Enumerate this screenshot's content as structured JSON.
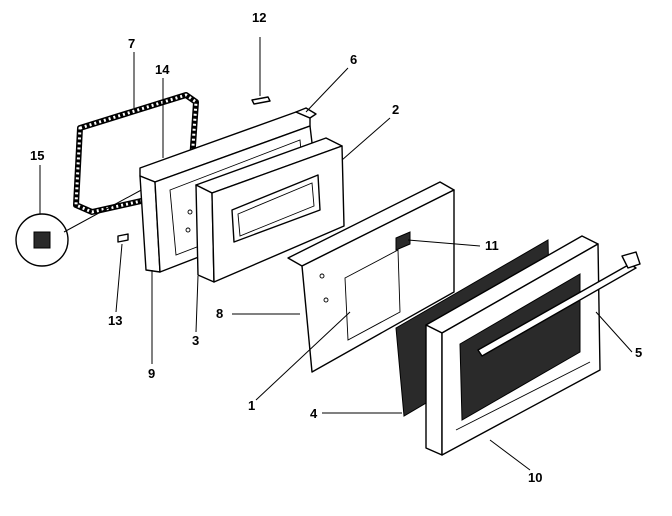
{
  "callouts": {
    "c1": "1",
    "c2": "2",
    "c3": "3",
    "c4": "4",
    "c5": "5",
    "c6": "6",
    "c7": "7",
    "c8": "8",
    "c9": "9",
    "c10": "10",
    "c11": "11",
    "c12": "12",
    "c13": "13",
    "c14": "14",
    "c15": "15"
  },
  "colors": {
    "line": "#000000",
    "background": "#ffffff",
    "fill_dark": "#2a2a2a"
  }
}
